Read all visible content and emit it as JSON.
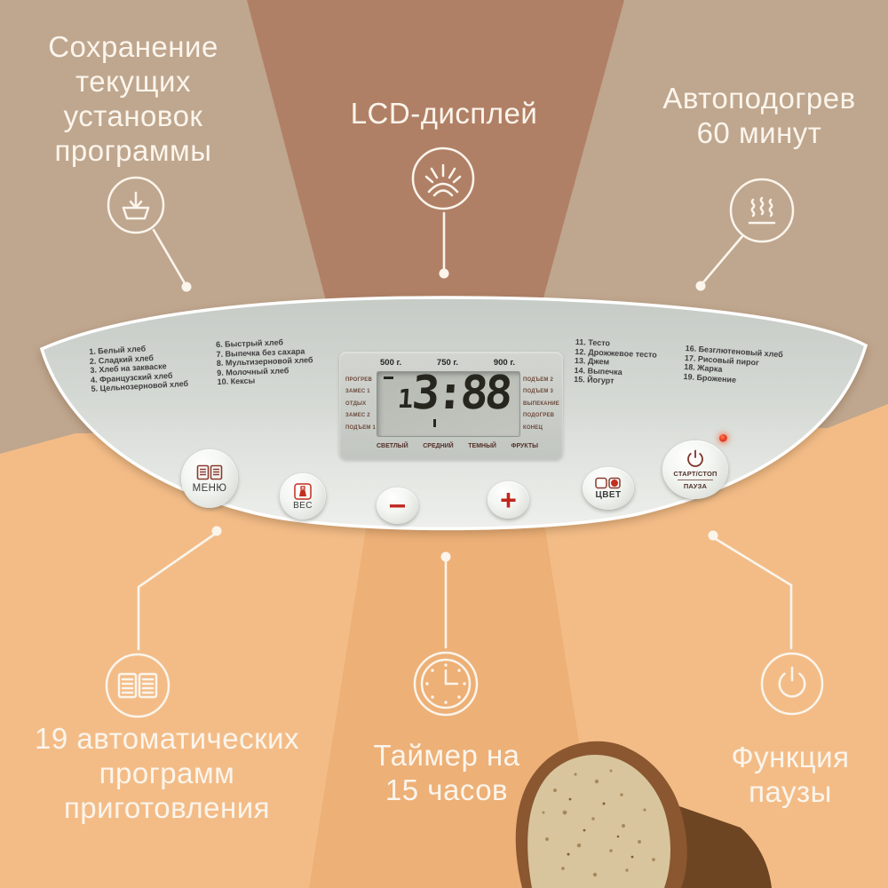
{
  "annotations": {
    "save": {
      "icon": "save-settings-icon",
      "lines": [
        "Сохранение",
        "текущих",
        "установок",
        "программы"
      ]
    },
    "lcd": {
      "icon": "lcd-display-icon",
      "lines": [
        "LCD-дисплей"
      ]
    },
    "autoheat": {
      "icon": "auto-heat-icon",
      "lines": [
        "Автоподогрев",
        "60 минут"
      ]
    },
    "programs": {
      "icon": "open-book-icon",
      "lines": [
        "19 автоматических",
        "программ",
        "приготовления"
      ]
    },
    "timer": {
      "icon": "timer-clock-icon",
      "lines": [
        "Таймер на",
        "15 часов"
      ]
    },
    "pause": {
      "icon": "power-pause-icon",
      "lines": [
        "Функция",
        "паузы"
      ]
    }
  },
  "panel": {
    "programs": {
      "col1": [
        "1. Белый хлеб",
        "2. Сладкий хлеб",
        "3. Хлеб на закваске",
        "4. Французский хлеб",
        "5. Цельнозерновой хлеб"
      ],
      "col2": [
        "6. Быстрый хлеб",
        "7. Выпечка без сахара",
        "8. Мультизерновой хлеб",
        "9. Молочный хлеб",
        "10. Кексы"
      ],
      "col3": [
        "11. Тесто",
        "12. Дрожжевое тесто",
        "13. Джем",
        "14. Выпечка",
        "15. Йогурт"
      ],
      "col4": [
        "16. Безглютеновый хлеб",
        "17. Рисовый пирог",
        "18. Жарка",
        "19. Брожение"
      ]
    },
    "display": {
      "weights": [
        "500 г.",
        "750 г.",
        "900 г."
      ],
      "stage_labels_left": [
        "ПРОГРЕВ",
        "ЗАМЕС 1",
        "ОТДЫХ",
        "ЗАМЕС 2",
        "ПОДЪЕМ 1"
      ],
      "stage_labels_right": [
        "ПОДЪЕМ 2",
        "ПОДЪЕМ 3",
        "ВЫПЕКАНИЕ",
        "ПОДОГРЕВ",
        "КОНЕЦ"
      ],
      "crust_labels": [
        "СВЕТЛЫЙ",
        "СРЕДНИЙ",
        "ТЕМНЫЙ",
        "ФРУКТЫ"
      ],
      "program_digit": "1",
      "time": "3:88"
    },
    "buttons": {
      "menu": {
        "label": "МЕНЮ",
        "icon": "menu-book-icon"
      },
      "weight": {
        "label": "ВЕС",
        "icon": "weight-icon"
      },
      "minus": {
        "glyph": "−",
        "icon": "minus-icon"
      },
      "plus": {
        "glyph": "+",
        "icon": "plus-icon"
      },
      "color": {
        "label": "ЦВЕТ",
        "icon": "crust-color-icon"
      },
      "start": {
        "label_top": "СТАРТ/СТОП",
        "label_bottom": "ПАУЗА",
        "icon": "power-icon",
        "led": "red-led"
      }
    }
  },
  "decor": {
    "bread_image": "bread-slices-photo"
  },
  "colors": {
    "tan": "#bfa68e",
    "terracotta": "#b08066",
    "orange_light": "#f3bc87",
    "orange_band": "#edb077",
    "panel_gray": "#d5d9d4",
    "lcd_screen": "#bcc0b8",
    "accent_red": "#bf271c",
    "label_brown": "#6d4a3c",
    "text_white": "#fbf5ec",
    "led_red": "#e23318"
  }
}
